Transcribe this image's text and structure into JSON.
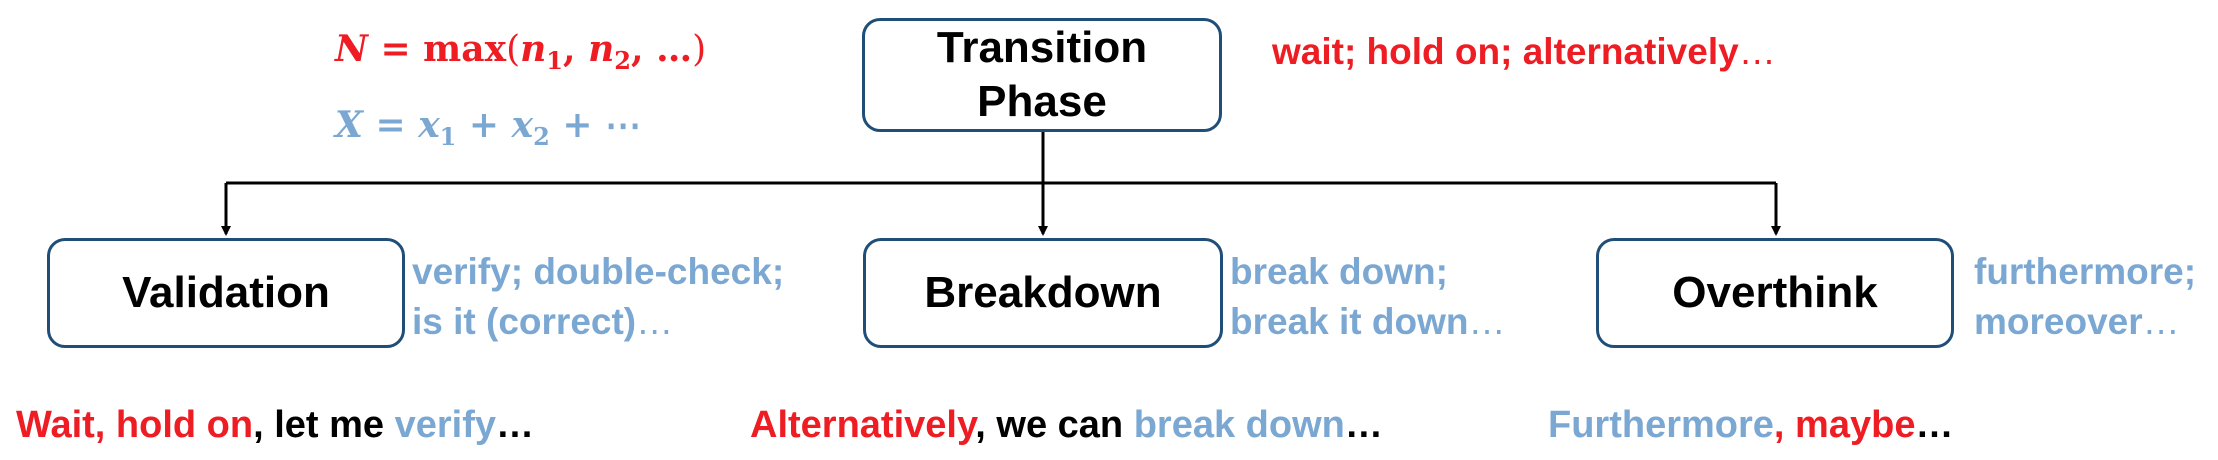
{
  "formulas": {
    "n": {
      "lhs": "N",
      "eq": "=",
      "fn": "max",
      "open": "(",
      "a": "n",
      "a_sub": "1",
      "sep1": ",",
      "b": "n",
      "b_sub": "2",
      "sep2": ",",
      "rest": "…",
      "close": ")"
    },
    "x": {
      "lhs": "X",
      "eq": "=",
      "a": "x",
      "a_sub": "1",
      "plus1": "+",
      "b": "x",
      "b_sub": "2",
      "plus2": "+",
      "rest": "⋯"
    }
  },
  "root": {
    "line1": "Transition",
    "line2": "Phase",
    "keywords": "wait; hold on; alternatively",
    "ellipsis": "…"
  },
  "categories": [
    {
      "label": "Validation",
      "kw_line1": "verify; double-check;",
      "kw_line2": "is it (correct)",
      "ellipsis": "…"
    },
    {
      "label": "Breakdown",
      "kw_line1": "break down;",
      "kw_line2": "break it down",
      "ellipsis": "…"
    },
    {
      "label": "Overthink",
      "kw_line1": "furthermore;",
      "kw_line2": "moreover",
      "ellipsis": "…"
    }
  ],
  "examples": [
    [
      {
        "text": "Wait, hold on",
        "color": "red"
      },
      {
        "text": ", let me ",
        "color": "black"
      },
      {
        "text": "verify",
        "color": "blue"
      },
      {
        "text": "…",
        "color": "black"
      }
    ],
    [
      {
        "text": "Alternatively",
        "color": "red"
      },
      {
        "text": ", we can ",
        "color": "black"
      },
      {
        "text": "break down",
        "color": "blue"
      },
      {
        "text": "…",
        "color": "black"
      }
    ],
    [
      {
        "text": "Furthermore",
        "color": "blue"
      },
      {
        "text": ", ",
        "color": "red"
      },
      {
        "text": "maybe",
        "color": "red"
      },
      {
        "text": "…",
        "color": "black"
      }
    ]
  ],
  "colors": {
    "red": "#EE1C23",
    "blue": "#7BA7D3",
    "black": "#000000",
    "box_border": "#1F4E79",
    "connector": "#000000"
  }
}
